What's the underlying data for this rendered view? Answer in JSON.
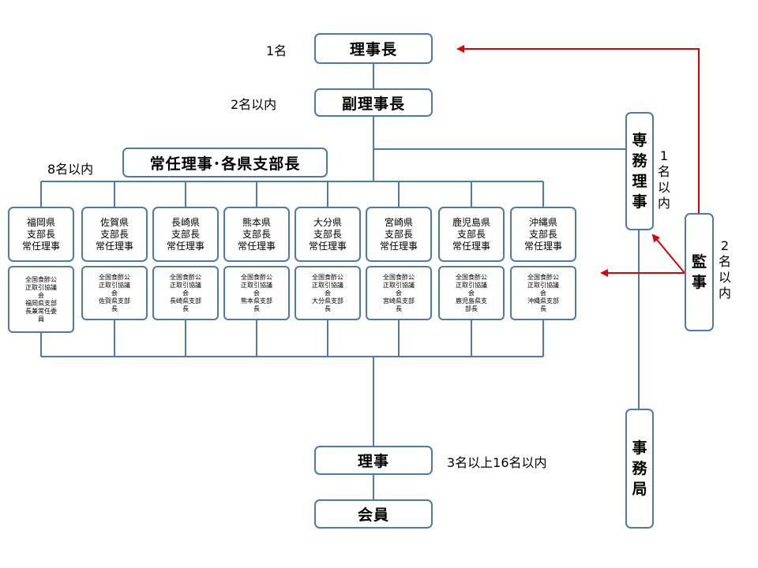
{
  "top": {
    "chairman": "理事長",
    "chairman_count": "1名",
    "vice_chairman": "副理事長",
    "vice_count": "2名以内",
    "standing": "常任理事･各県支部長",
    "standing_count": "8名以内"
  },
  "branches": [
    {
      "name": "福岡県\n支部長\n常任理事",
      "assoc": "全国食酢公\n正取引協議\n会\n福岡県支部\n長兼常任委\n員"
    },
    {
      "name": "佐賀県\n支部長\n常任理事",
      "assoc": "全国食酢公\n正取引協議\n会\n佐賀県支部\n長"
    },
    {
      "name": "長崎県\n支部長\n常任理事",
      "assoc": "全国食酢公\n正取引協議\n会\n長崎県支部\n長"
    },
    {
      "name": "熊本県\n支部長\n常任理事",
      "assoc": "全国食酢公\n正取引協議\n会\n熊本県支部\n長"
    },
    {
      "name": "大分県\n支部長\n常任理事",
      "assoc": "全国食酢公\n正取引協議\n会\n大分県支部\n長"
    },
    {
      "name": "宮崎県\n支部長\n常任理事",
      "assoc": "全国食酢公\n正取引協議\n会\n宮崎県支部\n長"
    },
    {
      "name": "鹿児島県\n支部長\n常任理事",
      "assoc": "全国食酢公\n正取引協議\n会\n鹿児島県支\n部長"
    },
    {
      "name": "沖縄県\n支部長\n常任理事",
      "assoc": "全国食酢公\n正取引協議\n会\n沖縄県支部\n長"
    }
  ],
  "bottom": {
    "director": "理事",
    "director_count": "3名以上16名以内",
    "member": "会員"
  },
  "side": {
    "executive_director": [
      "専",
      "務",
      "理",
      "事"
    ],
    "executive_count": [
      "1",
      "名",
      "以",
      "内"
    ],
    "auditor": [
      "監",
      "事"
    ],
    "auditor_count": [
      "2",
      "名",
      "以",
      "内"
    ],
    "secretariat": [
      "事",
      "務",
      "局"
    ]
  },
  "colors": {
    "box_border": "#4f7aa8",
    "line": "#4f7aa8",
    "arrow": "#e00000"
  }
}
